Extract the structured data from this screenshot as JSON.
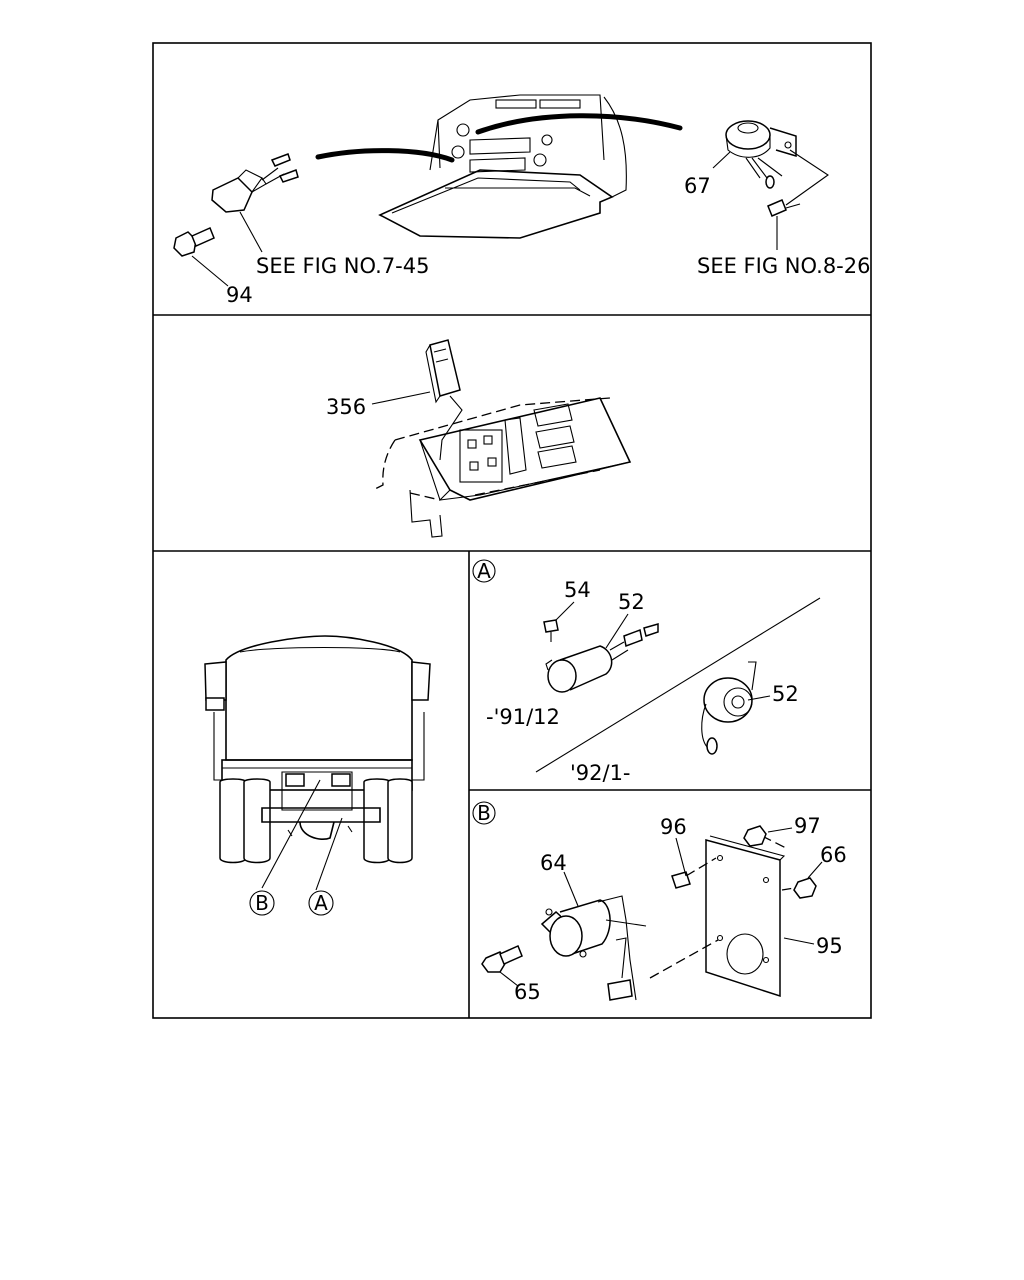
{
  "panels": {
    "top": {
      "part_94": "94",
      "part_67": "67",
      "note_left": "SEE FIG NO.7-45",
      "note_right": "SEE FIG NO.8-26"
    },
    "middle": {
      "part_356": "356"
    },
    "vehicle": {
      "callout_b": "B",
      "callout_a": "A"
    },
    "detail_a": {
      "tag": "A",
      "part_54": "54",
      "part_52_upper": "52",
      "part_52_lower": "52",
      "date_before": "-'91/12",
      "date_after": "'92/1-"
    },
    "detail_b": {
      "tag": "B",
      "part_96": "96",
      "part_97": "97",
      "part_66": "66",
      "part_64": "64",
      "part_95": "95",
      "part_65": "65"
    }
  }
}
